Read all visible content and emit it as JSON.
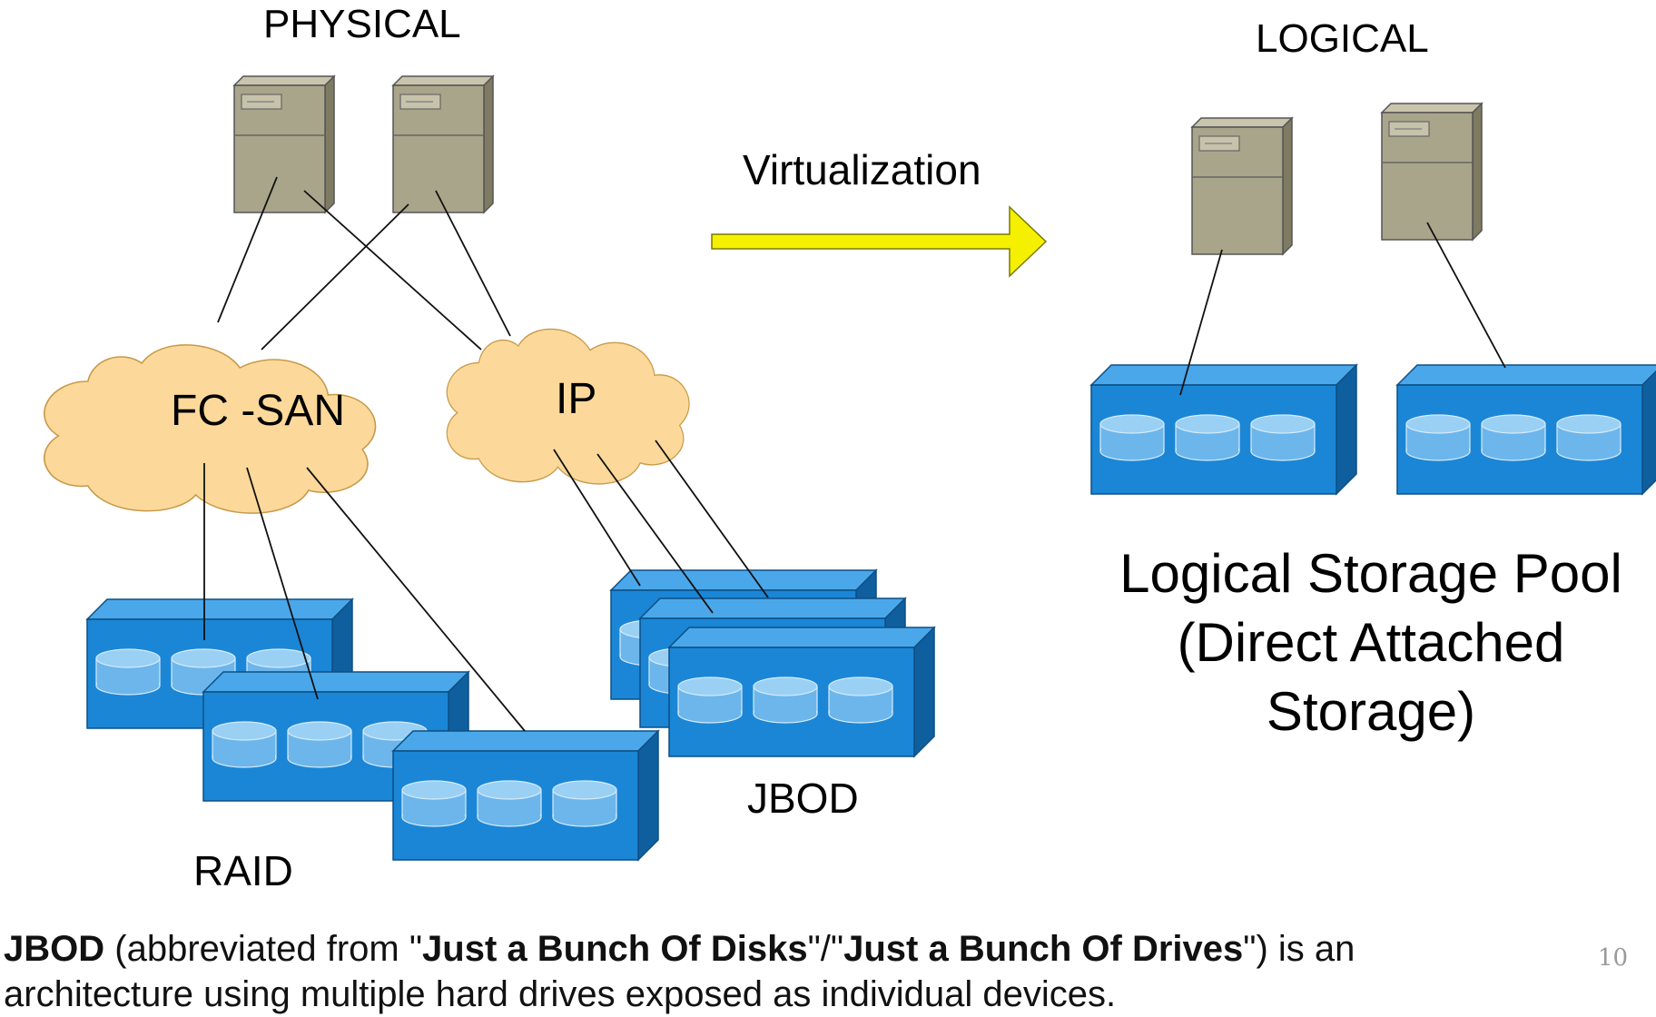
{
  "diagram": {
    "physical_heading": "PHYSICAL",
    "logical_heading": "LOGICAL",
    "arrow_label": "Virtualization",
    "fc_san_label": "FC -SAN",
    "ip_label": "IP",
    "raid_label": "RAID",
    "jbod_label": "JBOD",
    "pool_label_line1": "Logical Storage Pool",
    "pool_label_line2": "(Direct Attached",
    "pool_label_line3": "Storage)",
    "colors": {
      "cloud": "#fcd99a",
      "storage_front": "#1b86d6",
      "storage_top": "#4aa8ea",
      "server": "#a9a58b",
      "arrow": "#f5f000"
    }
  },
  "footer": {
    "part1_bold": "JBOD",
    "part2": " (abbreviated from \"",
    "part3_bold": "Just a Bunch Of Disks",
    "part4": "\"/\"",
    "part5_bold": "Just a Bunch Of Drives",
    "part6": "\") is an architecture using multiple hard drives exposed as individual devices."
  },
  "page_number": "10"
}
